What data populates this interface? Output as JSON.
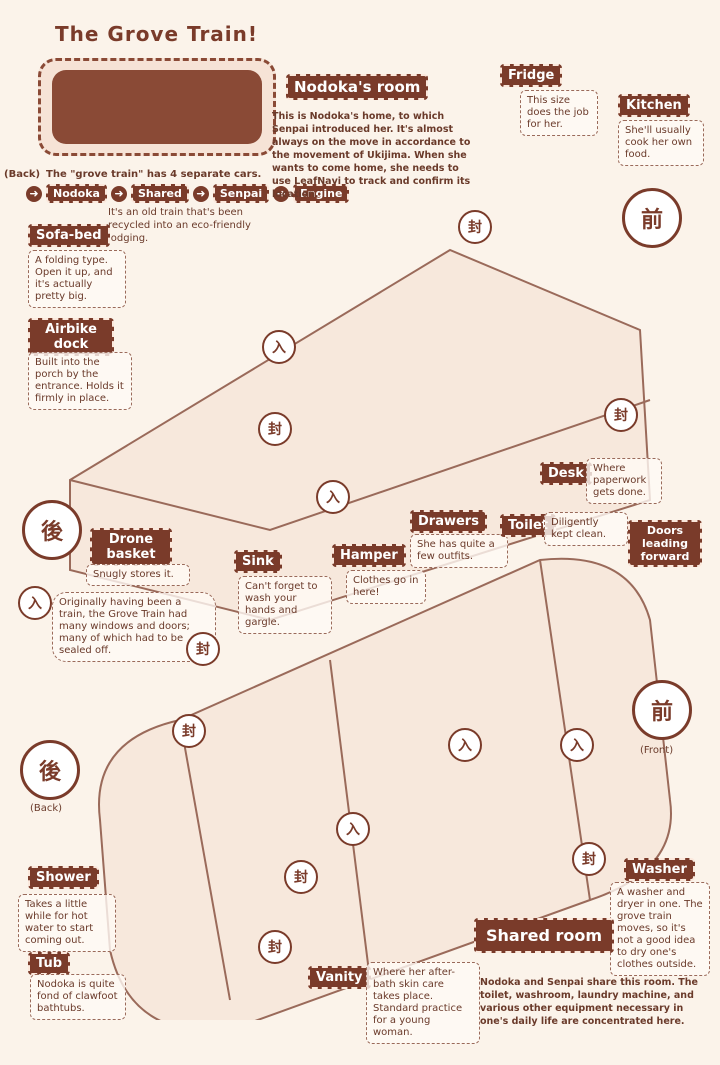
{
  "header": {
    "title": "The Grove Train!",
    "back_label": "(Back)",
    "cars_text": "The \"grove train\" has 4 separate cars.",
    "cars": [
      "Nodoka",
      "Shared",
      "Senpai",
      "Engine"
    ],
    "recycled_text": "It's an old train that's been recycled into an eco-friendly lodging."
  },
  "nodoka_room": {
    "title": "Nodoka's room",
    "description": "This is Nodoka's home, to which Senpai introduced her. It's almost always on the move in accordance to the movement of Ukijima. When she wants to come home, she needs to use LeafNavi to track and confirm its location."
  },
  "callouts": {
    "fridge": {
      "label": "Fridge",
      "text": "This size does the job for her."
    },
    "kitchen": {
      "label": "Kitchen",
      "text": "She'll usually cook her own food."
    },
    "sofa_bed": {
      "label": "Sofa-bed",
      "text": "A folding type. Open it up, and it's actually pretty big."
    },
    "airbike_dock": {
      "label": "Airbike dock",
      "text": "Built into the porch by the entrance. Holds it firmly in place."
    },
    "desk": {
      "label": "Desk",
      "text": "Where paperwork gets done."
    },
    "drone_basket": {
      "label": "Drone basket",
      "text": "Snugly stores it."
    },
    "sink": {
      "label": "Sink",
      "text": "Can't forget to wash your hands and gargle."
    },
    "hamper": {
      "label": "Hamper",
      "text": "Clothes go in here!"
    },
    "drawers": {
      "label": "Drawers",
      "text": "She has quite a few outfits."
    },
    "toilet": {
      "label": "Toilet",
      "text": "Diligently kept clean."
    },
    "doors_leading_forward": {
      "label": "Doors leading forward"
    },
    "windows_note": {
      "text": "Originally having been a train, the Grove Train had many windows and doors; many of which had to be sealed off."
    },
    "shower": {
      "label": "Shower",
      "text": "Takes a little while for hot water to start coming out."
    },
    "tub": {
      "label": "Tub",
      "text": "Nodoka is quite fond of clawfoot bathtubs."
    },
    "vanity": {
      "label": "Vanity",
      "text": "Where her after-bath skin care takes place. Standard practice for a young woman."
    },
    "washer": {
      "label": "Washer",
      "text": "A washer and dryer in one. The grove train moves, so it's not a good idea to dry one's clothes outside."
    }
  },
  "shared_room": {
    "title": "Shared room",
    "description": "Nodoka and Senpai share this room. The toilet, washroom, laundry machine, and various other equipment necessary in one's daily life are concentrated here."
  },
  "markers": {
    "front": "前",
    "back": "後",
    "enter": "入",
    "sealed": "封",
    "front_label": "(Front)",
    "back_label": "(Back)"
  },
  "colors": {
    "accent": "#7a3b2a",
    "background": "#fbf3ea"
  }
}
